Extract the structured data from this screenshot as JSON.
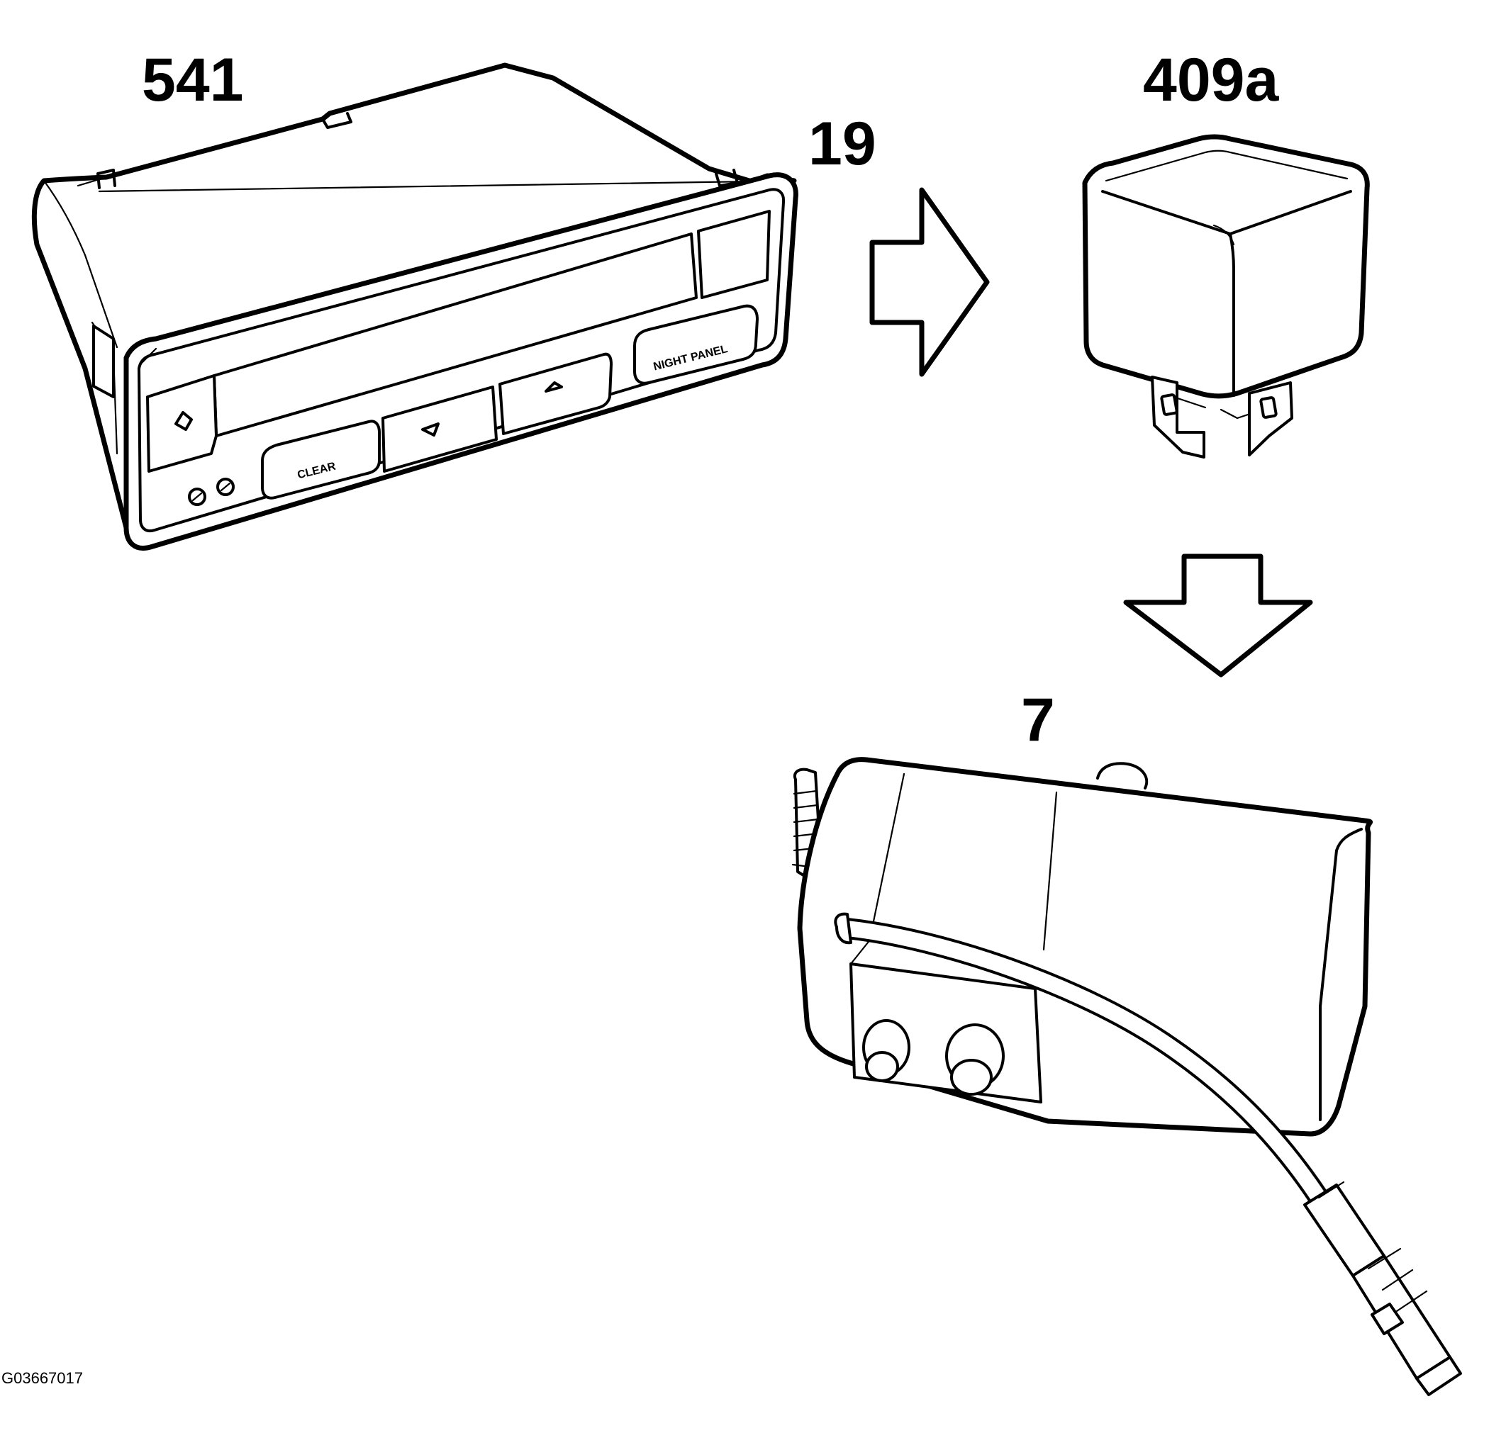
{
  "labels": {
    "display_unit": "541",
    "arrow_right": "19",
    "relay": "409a",
    "heater_unit": "7"
  },
  "display_buttons": {
    "clear": "CLEAR",
    "night_panel": "NIGHT PANEL"
  },
  "figure_id": "G03667017",
  "colors": {
    "line": "#000000",
    "background": "#ffffff"
  },
  "icons": {
    "arrow_right": "hollow-arrow-right-icon",
    "arrow_down": "hollow-arrow-down-icon",
    "left_arrow_button": "triangle-left-icon",
    "up_arrow_button": "triangle-up-icon",
    "diamond_button": "diamond-icon"
  }
}
